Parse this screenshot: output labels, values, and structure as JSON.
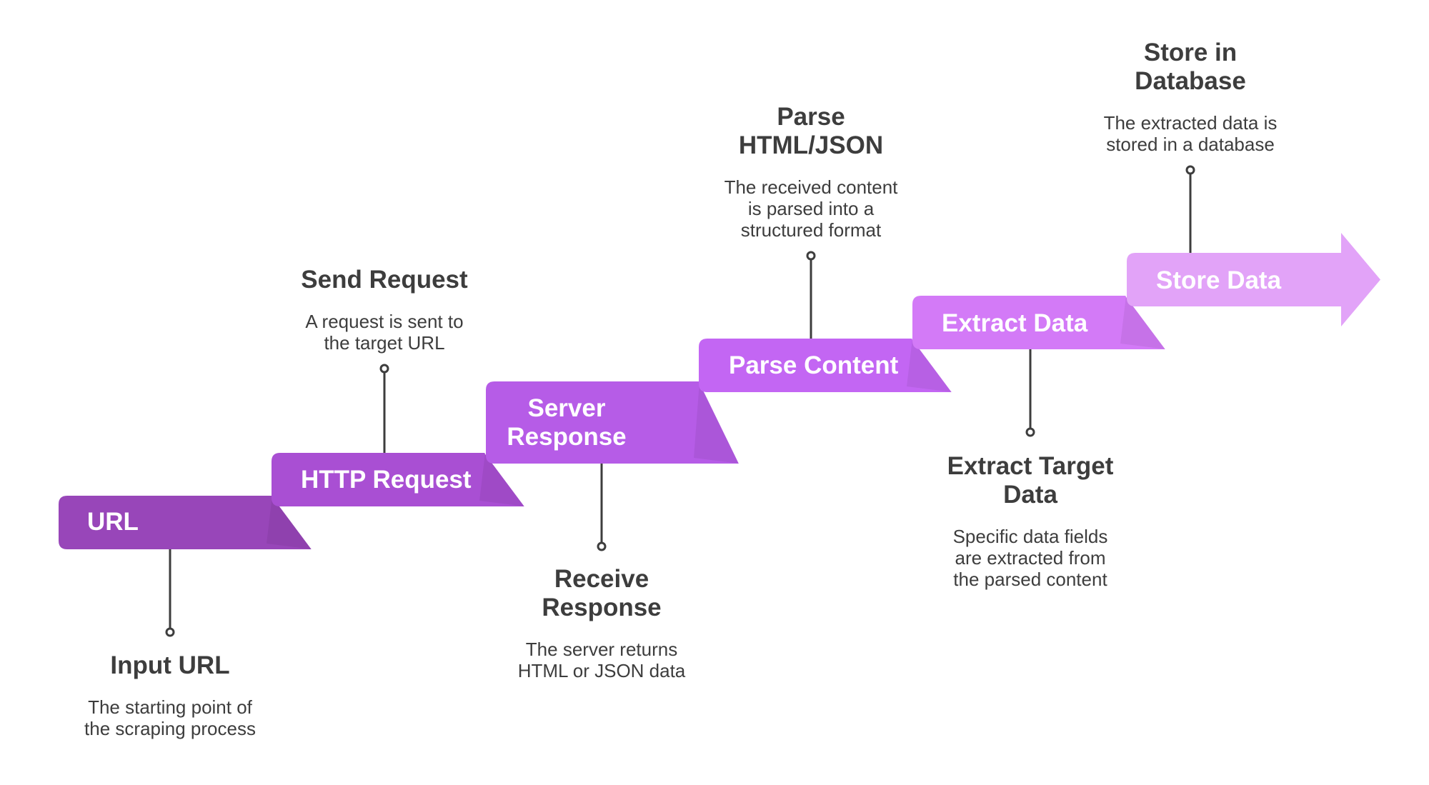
{
  "steps": [
    {
      "label": [
        "URL"
      ],
      "color": "#9846b9",
      "annotation": {
        "title": [
          "Input URL"
        ],
        "description": [
          "The starting point of",
          "the scraping process"
        ]
      }
    },
    {
      "label": [
        "HTTP Request"
      ],
      "color": "#a94fd3",
      "annotation": {
        "title": [
          "Send Request"
        ],
        "description": [
          "A request is sent to",
          "the target URL"
        ]
      }
    },
    {
      "label": [
        "Server",
        "Response"
      ],
      "color": "#b65ce7",
      "annotation": {
        "title": [
          "Receive",
          "Response"
        ],
        "description": [
          "The server returns",
          "HTML or JSON data"
        ]
      }
    },
    {
      "label": [
        "Parse Content"
      ],
      "color": "#c366f3",
      "annotation": {
        "title": [
          "Parse",
          "HTML/JSON"
        ],
        "description": [
          "The received content",
          "is parsed into a",
          "structured format"
        ]
      }
    },
    {
      "label": [
        "Extract Data"
      ],
      "color": "#d37af7",
      "annotation": {
        "title": [
          "Extract Target",
          "Data"
        ],
        "description": [
          "Specific data fields",
          "are extracted from",
          "the parsed content"
        ]
      }
    },
    {
      "label": [
        "Store Data"
      ],
      "color": "#e2a3f8",
      "annotation": {
        "title": [
          "Store in",
          "Database"
        ],
        "description": [
          "The extracted data is",
          "stored in a database"
        ]
      }
    }
  ],
  "colors": {
    "text": "#3d3d3d",
    "connector": "#3d3d3d",
    "label": "#ffffff"
  }
}
